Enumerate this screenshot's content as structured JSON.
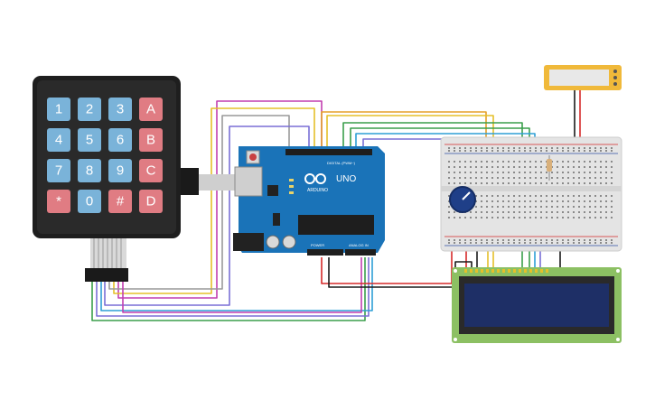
{
  "keypad": {
    "rows": [
      [
        "1",
        "2",
        "3",
        "A"
      ],
      [
        "4",
        "5",
        "6",
        "B"
      ],
      [
        "7",
        "8",
        "9",
        "C"
      ],
      [
        "*",
        "0",
        "#",
        "D"
      ]
    ],
    "num_color": "#7ab3d9",
    "letter_color": "#e07c83",
    "body_color": "#1e1e1e"
  },
  "arduino": {
    "model_label": "UNO",
    "brand_label": "ARDUINO",
    "digital_label": "DIGITAL (PWM~)",
    "power_label": "POWER",
    "analog_label": "ANALOG IN",
    "board_color": "#1a73b8"
  },
  "lcd": {
    "screen_color": "#1e2f66",
    "pcb_color": "#8cc063"
  },
  "battery": {
    "color": "#f0b93a"
  },
  "wire_colors": [
    "#c23fb0",
    "#e5c02a",
    "#3a9e4b",
    "#7a6fd6",
    "#2e9fd6",
    "#999999",
    "#d62a2a",
    "#1a1a1a"
  ]
}
